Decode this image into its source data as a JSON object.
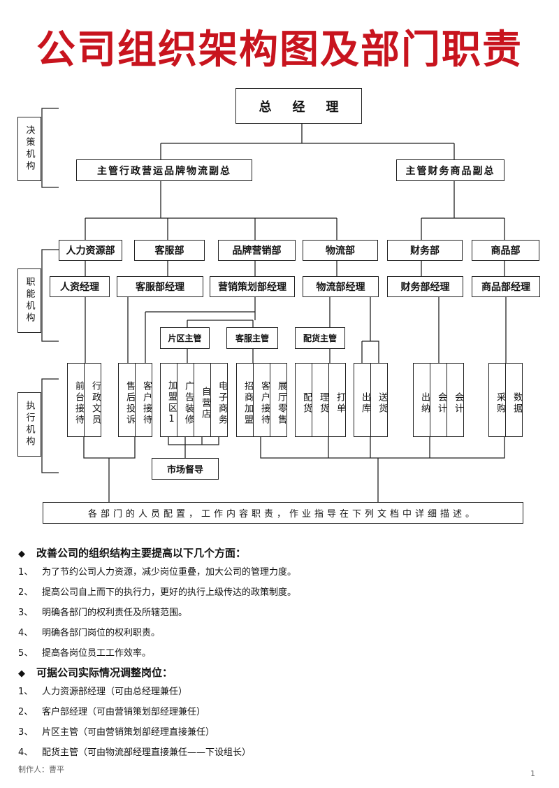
{
  "title": "公司组织架构图及部门职责",
  "bands": {
    "decision": "决策机构",
    "functional": "职能机构",
    "execution": "执行机构"
  },
  "gm": "总经理",
  "vp_left": "主管行政营运品牌物流副总",
  "vp_right": "主管财务商品副总",
  "departments": [
    "人力资源部",
    "客服部",
    "品牌营销部",
    "物流部",
    "财务部",
    "商品部"
  ],
  "managers": [
    "人资经理",
    "客服部经理",
    "营销策划部经理",
    "物流部经理",
    "财务部经理",
    "商品部经理"
  ],
  "supervisors": [
    "片区主管",
    "客服主管",
    "配货主管"
  ],
  "positions": {
    "hr": [
      "前台接待",
      "行政文员"
    ],
    "cs": [
      "售后投诉",
      "客户接待"
    ],
    "area": [
      "加盟区1",
      "广告装修",
      "自营店",
      "电子商务"
    ],
    "csup": [
      "招商加盟",
      "客户接待",
      "展厅零售"
    ],
    "dist": [
      "配货",
      "理货",
      "打单"
    ],
    "log": [
      "出库",
      "送货"
    ],
    "fin": [
      "出纳",
      "会计",
      "会计"
    ],
    "goods": [
      "采购",
      "数据"
    ]
  },
  "market": "市场督导",
  "bottom_bar": "各部门的人员配置，工作内容职责，作业指导在下列文档中详细描述。",
  "notes": {
    "heading1": "改善公司的组织结构主要提高以下几个方面：",
    "items1": [
      {
        "num": "1、",
        "text": "为了节约公司人力资源，减少岗位重叠，加大公司的管理力度。"
      },
      {
        "num": "2、",
        "text": "提高公司自上而下的执行力，更好的执行上级传达的政策制度。"
      },
      {
        "num": "3、",
        "text": "明确各部门的权利责任及所辖范围。"
      },
      {
        "num": "4、",
        "text": "明确各部门岗位的权利职责。"
      },
      {
        "num": "5、",
        "text": "提高各岗位员工工作效率。"
      }
    ],
    "heading2": "可据公司实际情况调整岗位：",
    "items2": [
      {
        "num": "1、",
        "text": "人力资源部经理（可由总经理兼任）"
      },
      {
        "num": "2、",
        "text": "客户部经理（可由营销策划部经理兼任）"
      },
      {
        "num": "3、",
        "text": "片区主管（可由营销策划部经理直接兼任）"
      },
      {
        "num": "4、",
        "text": "配货主管（可由物流部经理直接兼任——下设组长）"
      }
    ]
  },
  "footer": "制作人：曹平",
  "page_number": "1"
}
